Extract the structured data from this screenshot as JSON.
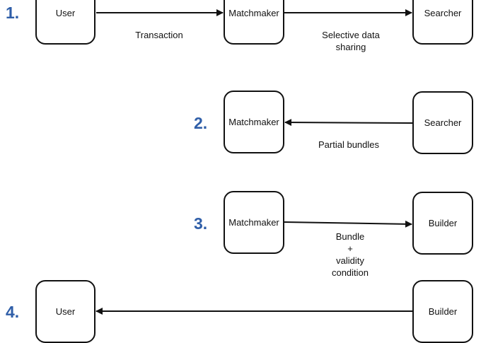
{
  "steps": [
    {
      "number": "1.",
      "nodes": [
        "User",
        "Matchmaker",
        "Searcher"
      ],
      "edge_labels": [
        "Transaction",
        "Selective data\nsharing"
      ]
    },
    {
      "number": "2.",
      "nodes": [
        "Matchmaker",
        "Searcher"
      ],
      "edge_labels": [
        "Partial bundles"
      ]
    },
    {
      "number": "3.",
      "nodes": [
        "Matchmaker",
        "Builder"
      ],
      "edge_labels": [
        "Bundle\n+\nvalidity\ncondition"
      ]
    },
    {
      "number": "4.",
      "nodes": [
        "User",
        "Builder"
      ],
      "edge_labels": []
    }
  ]
}
